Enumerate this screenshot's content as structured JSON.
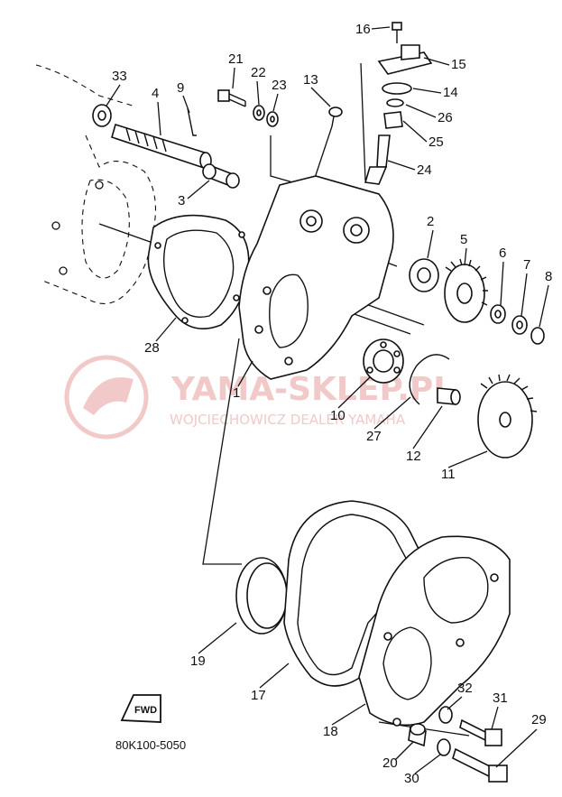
{
  "diagram": {
    "figure_code": "80K100-5050",
    "direction_badge": "FWD",
    "watermark": {
      "line1": "YAMA-SKLEP.PL",
      "line2": "WOJCIECHOWICZ DEALER YAMAHA"
    },
    "callouts": [
      "16",
      "15",
      "14",
      "26",
      "25",
      "24",
      "21",
      "22",
      "23",
      "13",
      "33",
      "4",
      "9",
      "3",
      "2",
      "5",
      "6",
      "7",
      "8",
      "28",
      "1",
      "10",
      "27",
      "12",
      "11",
      "19",
      "17",
      "18",
      "32",
      "31",
      "29",
      "20",
      "30"
    ]
  }
}
